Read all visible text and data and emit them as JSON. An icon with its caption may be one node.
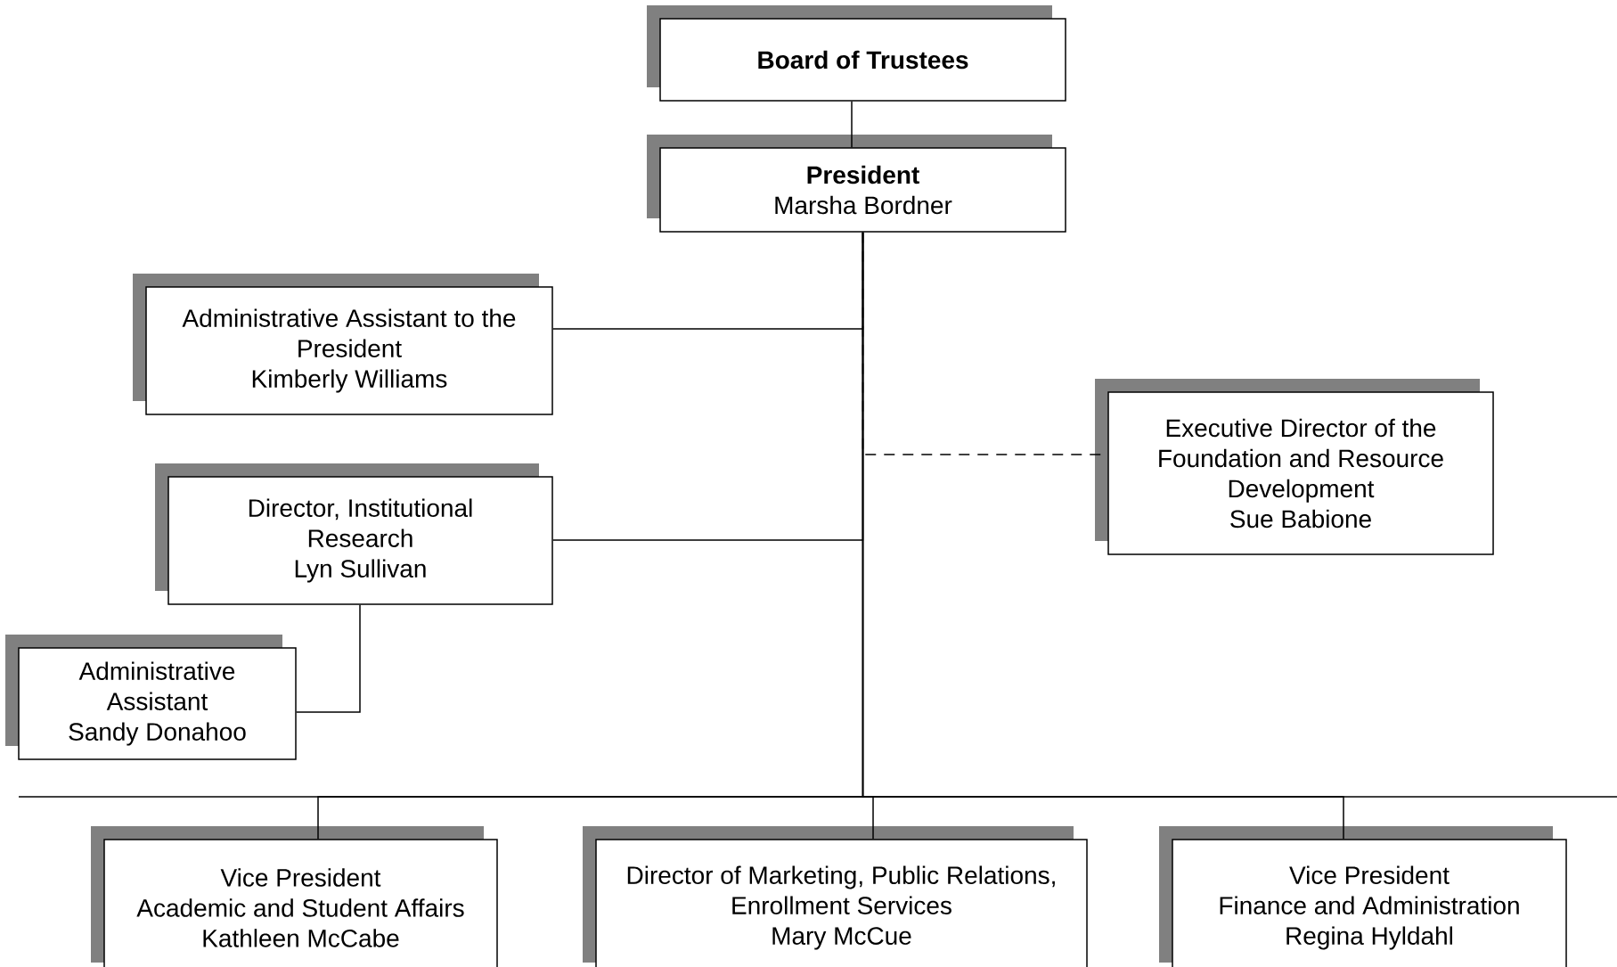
{
  "diagram": {
    "nodes": [
      {
        "text": [
          "Board of Trustees"
        ]
      },
      {
        "text": [
          "President",
          "Marsha Bordner"
        ]
      },
      {
        "text": [
          "Administrative Assistant to the President",
          "Kimberly Williams"
        ]
      },
      {
        "text": [
          "Director, Institutional Research",
          "Lyn Sullivan"
        ]
      },
      {
        "text": [
          "Administrative Assistant",
          "Sandy Donahoo"
        ]
      },
      {
        "text": [
          "Executive Director of the Foundation and Resource Development",
          "Sue Babione"
        ]
      },
      {
        "text": [
          "Vice President",
          "Academic and Student Affairs",
          "Kathleen McCabe"
        ]
      },
      {
        "text": [
          "Director of Marketing, Public Relations, Enrollment Services",
          "Mary McCue"
        ]
      },
      {
        "text": [
          "Vice President",
          "Finance and Administration",
          "Regina Hyldahl"
        ]
      }
    ],
    "edges": [
      {
        "from": 0,
        "to": 1,
        "arrow": "none"
      },
      {
        "from": 1,
        "to": 2,
        "arrow": "none"
      },
      {
        "from": 1,
        "to": 3,
        "arrow": "none"
      },
      {
        "from": 3,
        "to": 4,
        "arrow": "none"
      },
      {
        "from": 1,
        "to": 5,
        "arrow": "none",
        "style": "dashed"
      },
      {
        "from": 1,
        "to": 6,
        "arrow": "none"
      },
      {
        "from": 1,
        "to": 7,
        "arrow": "none"
      },
      {
        "from": 1,
        "to": 8,
        "arrow": "none"
      }
    ]
  }
}
